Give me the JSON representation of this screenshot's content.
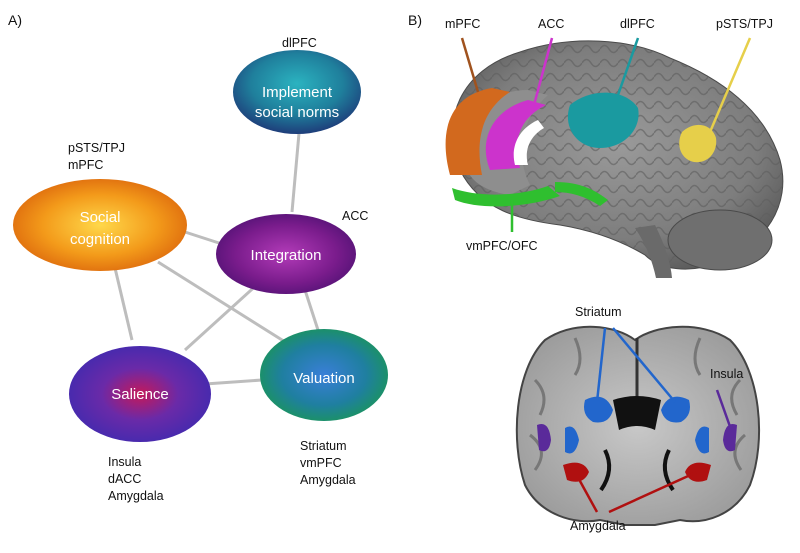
{
  "panel_a": {
    "label": "A)",
    "nodes": {
      "norms": {
        "line1": "Implement",
        "line2": "social norms",
        "regions": [
          "dlPFC"
        ]
      },
      "social": {
        "line1": "Social",
        "line2": "cognition",
        "regions": [
          "pSTS/TPJ",
          "mPFC"
        ]
      },
      "integration": {
        "line1": "Integration",
        "regions": [
          "ACC"
        ]
      },
      "salience": {
        "line1": "Salience",
        "regions": [
          "Insula",
          "dACC",
          "Amygdala"
        ]
      },
      "valuation": {
        "line1": "Valuation",
        "regions": [
          "Striatum",
          "vmPFC",
          "Amygdala"
        ]
      }
    }
  },
  "panel_b": {
    "label": "B)",
    "sagittal_labels": {
      "mpfc": "mPFC",
      "acc": "ACC",
      "dlpfc": "dlPFC",
      "psts": "pSTS/TPJ",
      "vmpfc": "vmPFC/OFC"
    },
    "coronal_labels": {
      "striatum": "Striatum",
      "insula": "Insula",
      "amygdala": "Amygdala"
    }
  },
  "colors": {
    "mpfc": "#d2691e",
    "acc": "#cc33cc",
    "dlpfc": "#1a9aa0",
    "psts": "#e6cf4a",
    "vmpfc": "#2fbf2f",
    "striatum": "#2266cc",
    "insula": "#5a2a9a",
    "amygdala": "#b01010",
    "edge": "#bdbdbd"
  }
}
